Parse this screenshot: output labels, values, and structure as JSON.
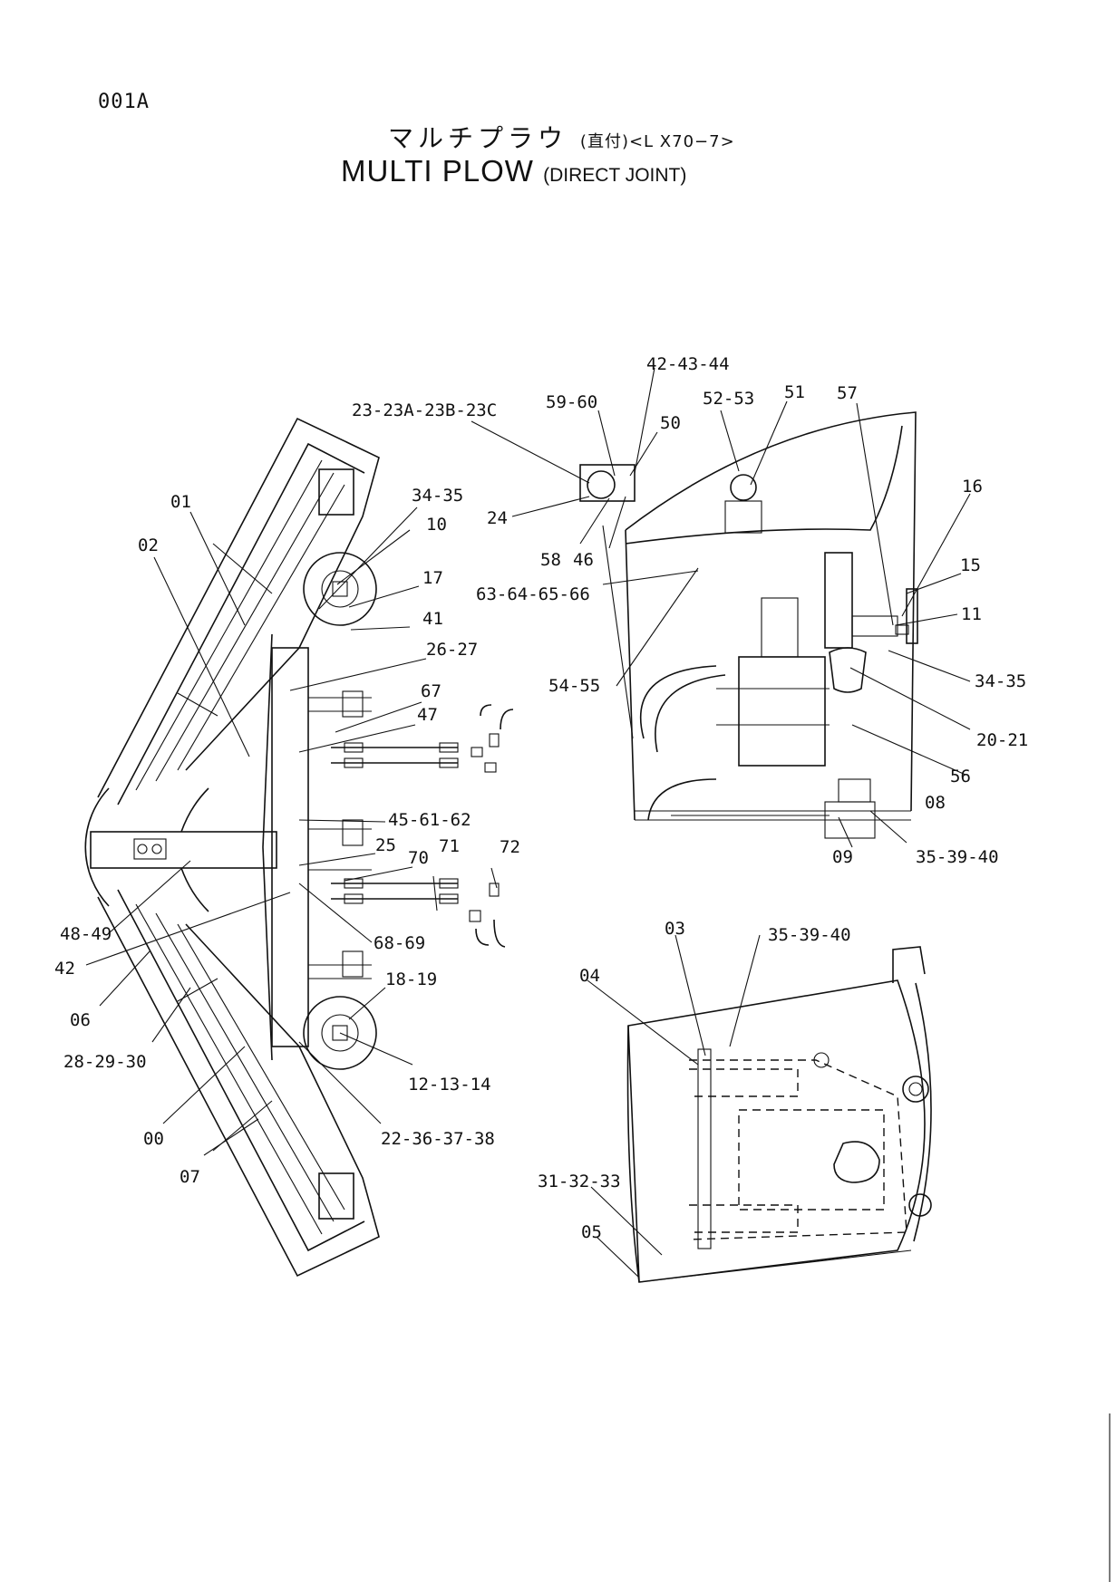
{
  "page_id": "001A",
  "title_jp": {
    "main": "マルチプラウ",
    "paren": "(直付)",
    "model": "<L X70−7>"
  },
  "title_en": {
    "main": "MULTI PLOW",
    "paren": "(DIRECT JOINT)"
  },
  "callouts": {
    "left": [
      "01",
      "02",
      "34-35",
      "10",
      "17",
      "41",
      "26-27",
      "67",
      "47",
      "45-61-62",
      "25",
      "70",
      "71",
      "72",
      "68-69",
      "48-49",
      "42",
      "06",
      "28-29-30",
      "18-19",
      "12-13-14",
      "00",
      "22-36-37-38",
      "07"
    ],
    "top_right": [
      "42-43-44",
      "23-23A-23B-23C",
      "59-60",
      "52-53",
      "51",
      "57",
      "50",
      "24",
      "58",
      "46",
      "16",
      "15",
      "63-64-65-66",
      "11",
      "54-55",
      "34-35",
      "20-21",
      "56",
      "08",
      "09",
      "35-39-40"
    ],
    "bottom_right": [
      "03",
      "35-39-40",
      "04",
      "31-32-33",
      "05"
    ]
  }
}
